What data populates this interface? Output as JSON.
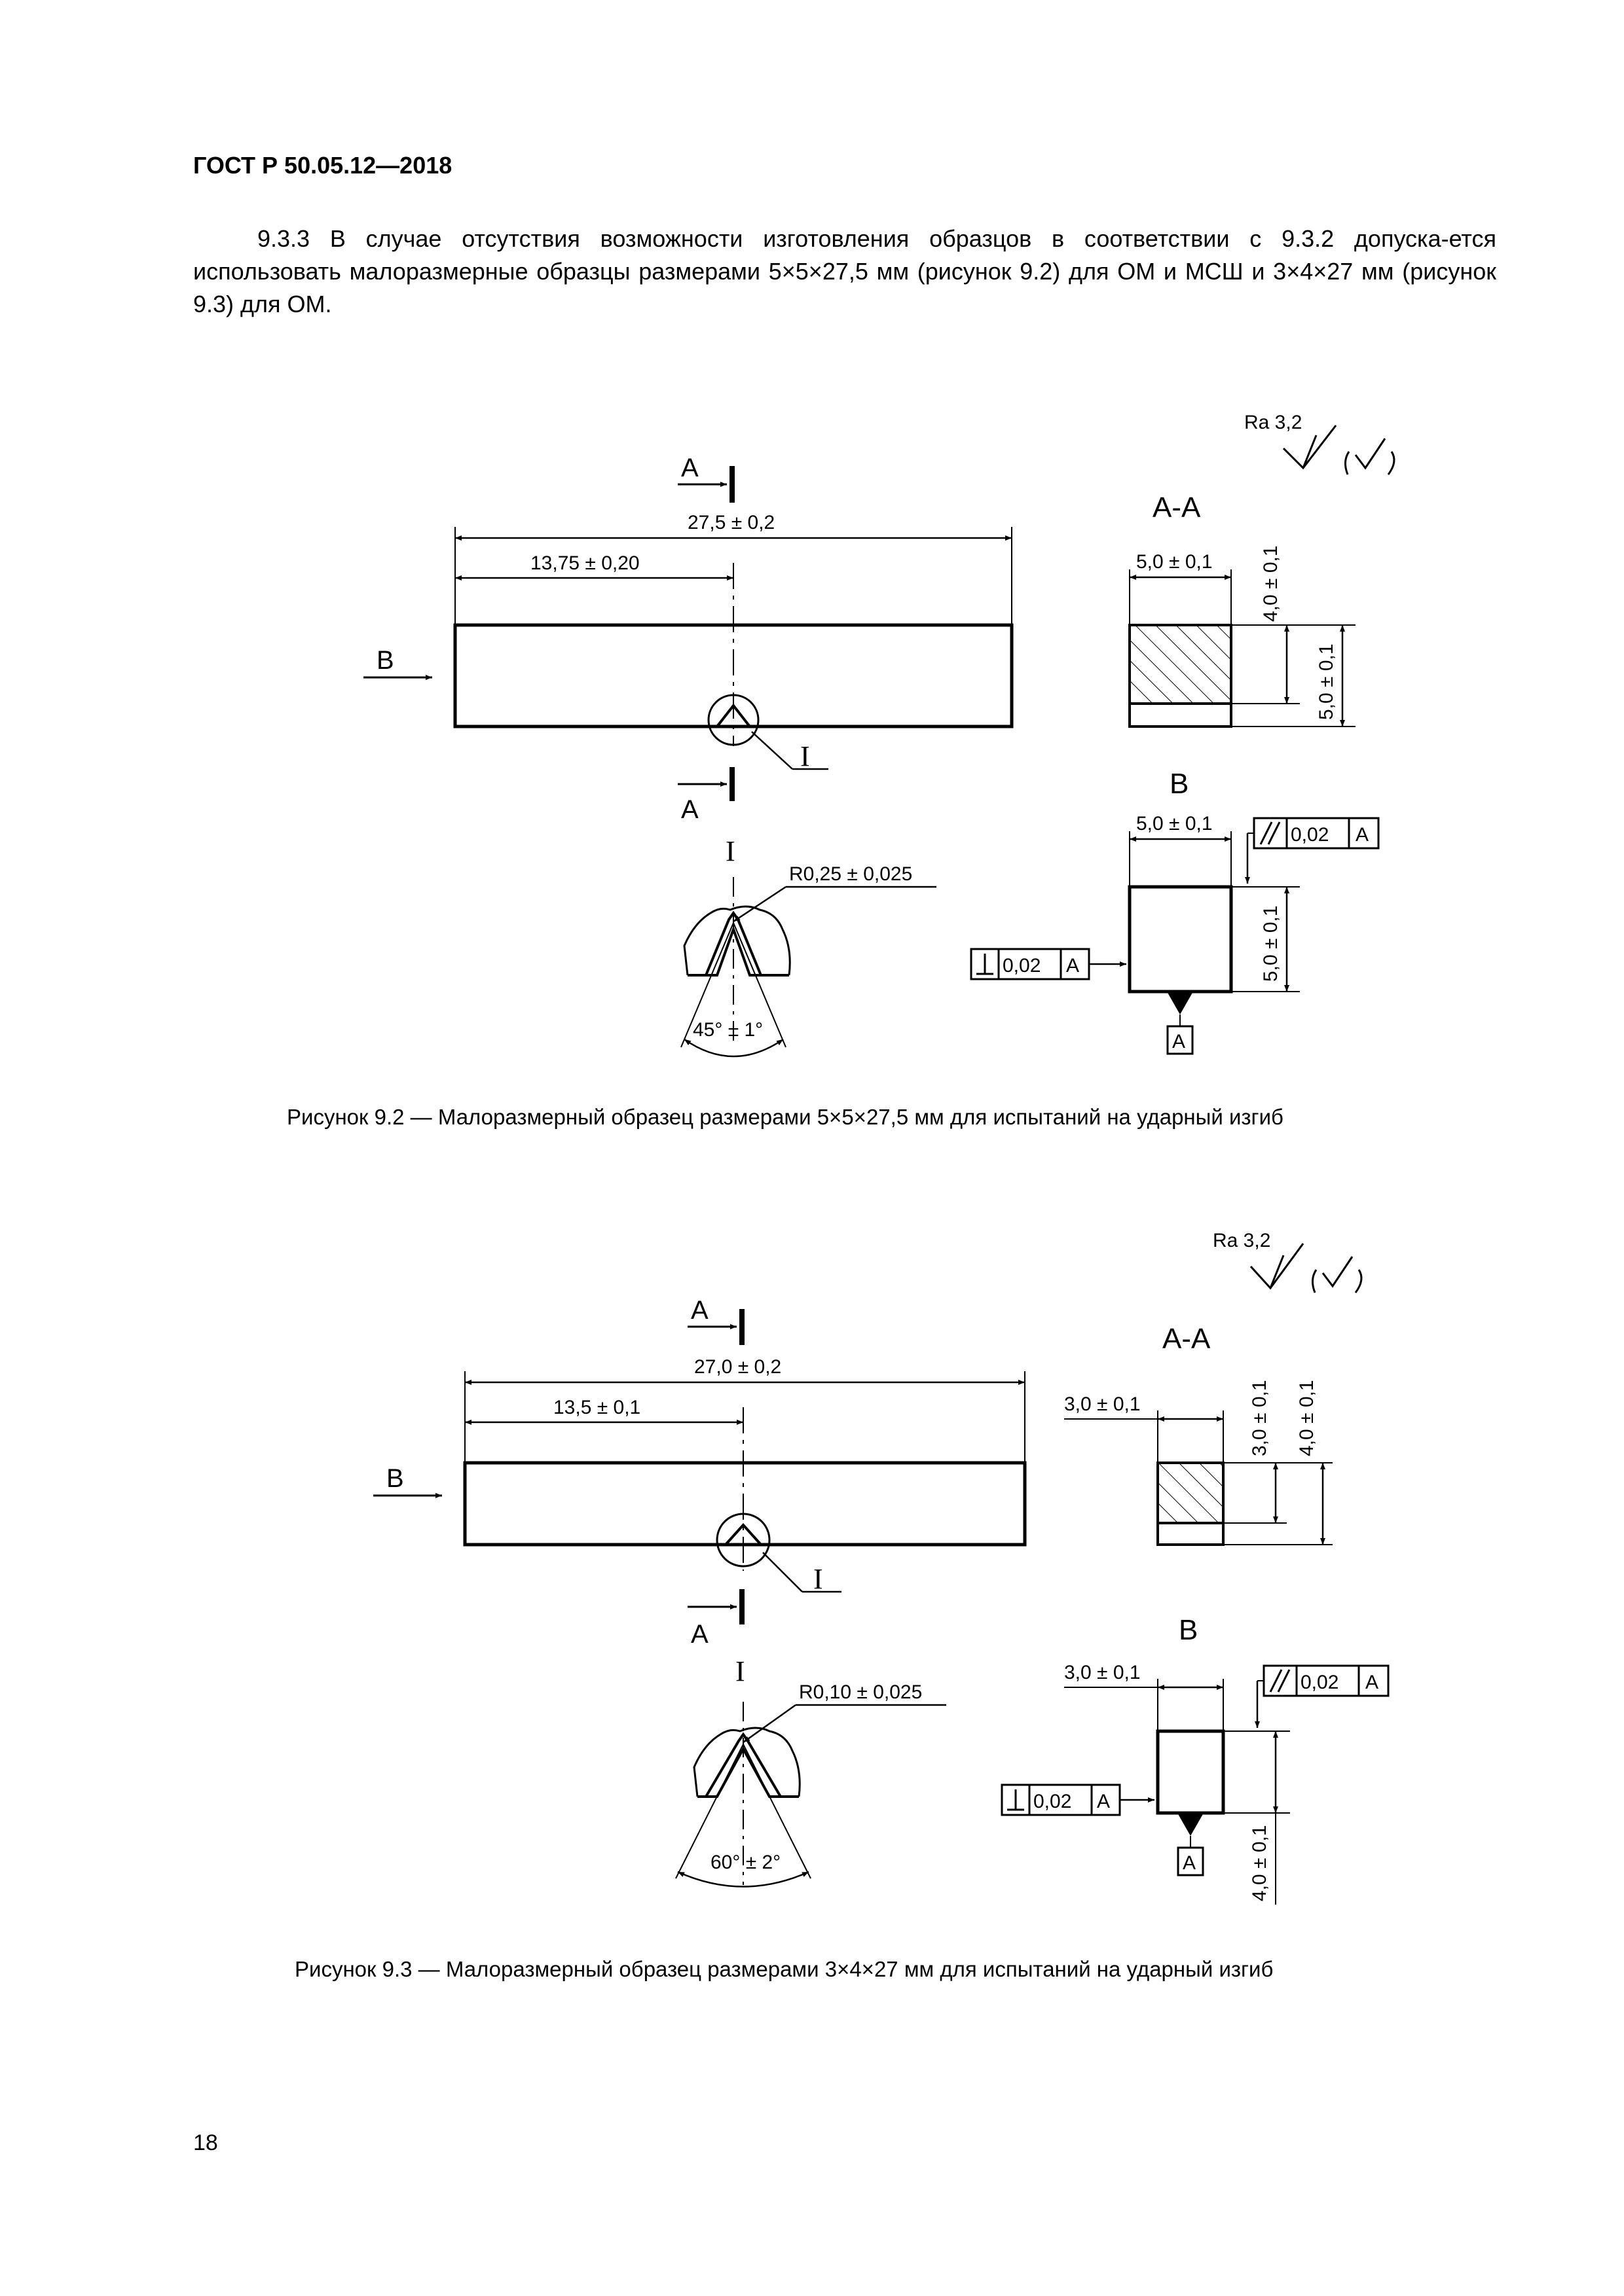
{
  "document": {
    "header": "ГОСТ Р 50.05.12—2018",
    "paragraph": "9.3.3 В случае отсутствия возможности изготовления образцов в соответствии с 9.3.2 допуска-ется использовать малоразмерные образцы размерами 5×5×27,5 мм (рисунок 9.2) для ОМ и МСШ и 3×4×27 мм (рисунок 9.3) для ОМ.",
    "page_number": "18"
  },
  "figure_9_2": {
    "roughness": "Ra 3,2",
    "section_label": "А",
    "view_label": "В",
    "length_dim": "27,5 ± 0,2",
    "half_length_dim": "13,75 ± 0,20",
    "detail_label": "I",
    "section_title": "А-А",
    "width_dim": "5,0 ± 0,1",
    "notch_depth_dim": "4,0 ± 0,1",
    "height_dim": "5,0 ± 0,1",
    "view_title": "В",
    "view_width_dim": "5,0 ± 0,1",
    "view_height_dim": "5,0 ± 0,1",
    "parallel_tol": "0,02",
    "perp_tol": "0,02",
    "datum": "А",
    "radius_dim": "R0,25 ± 0,025",
    "angle_dim": "45° ± 1°",
    "caption": "Рисунок 9.2 — Малоразмерный образец размерами 5×5×27,5 мм для испытаний на ударный изгиб"
  },
  "figure_9_3": {
    "roughness": "Ra 3,2",
    "section_label": "А",
    "view_label": "В",
    "length_dim": "27,0 ± 0,2",
    "half_length_dim": "13,5 ± 0,1",
    "detail_label": "I",
    "section_title": "А-А",
    "width_dim": "3,0 ± 0,1",
    "notch_depth_dim": "3,0 ± 0,1",
    "height_dim": "4,0 ± 0,1",
    "view_title": "В",
    "view_width_dim": "3,0 ± 0,1",
    "view_height_dim": "4,0 ± 0,1",
    "parallel_tol": "0,02",
    "perp_tol": "0,02",
    "datum": "А",
    "radius_dim": "R0,10 ± 0,025",
    "angle_dim": "60° ± 2°",
    "caption": "Рисунок 9.3 — Малоразмерный образец размерами 3×4×27 мм для испытаний на ударный изгиб"
  }
}
